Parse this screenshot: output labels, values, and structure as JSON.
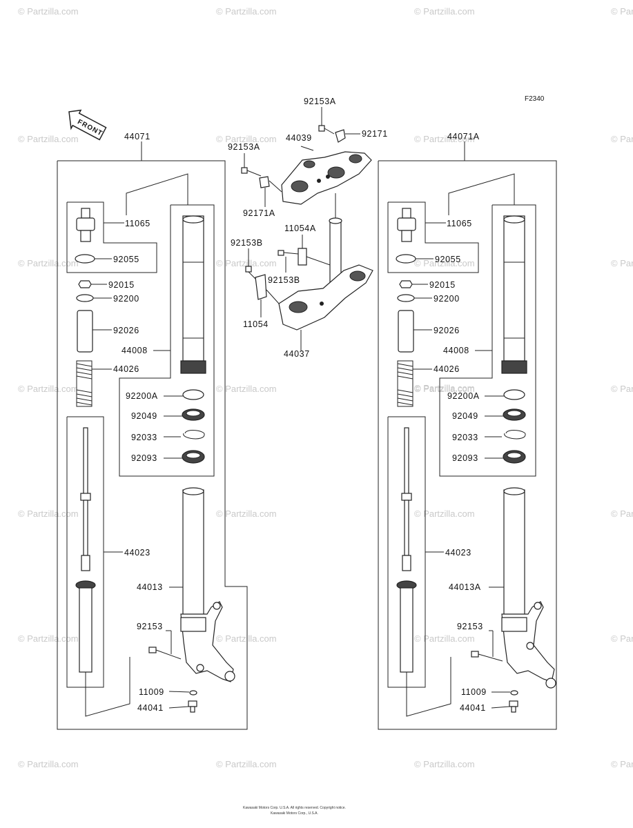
{
  "diagram_code": "F2340",
  "front_label": "FRONT",
  "watermark": "© Partzilla.com",
  "footer": {
    "line1": "Kawasaki Motors Corp. U.S.A. All rights reserved. Copyright notice.",
    "line2": "Kawasaki Motors Corp., U.S.A."
  },
  "labels": {
    "l44071": "44071",
    "l11065": "11065",
    "l92055": "92055",
    "l92015": "92015",
    "l92200": "92200",
    "l92026": "92026",
    "l44008": "44008",
    "l44026": "44026",
    "l92200A": "92200A",
    "l92049": "92049",
    "l92033": "92033",
    "l92093": "92093",
    "l44023": "44023",
    "l44013": "44013",
    "l92153": "92153",
    "l11009": "11009",
    "l44041": "44041",
    "r44071A": "44071A",
    "r11065": "11065",
    "r92055": "92055",
    "r92015": "92015",
    "r92200": "92200",
    "r92026": "92026",
    "r44008": "44008",
    "r44026": "44026",
    "r92200A": "92200A",
    "r92049": "92049",
    "r92033": "92033",
    "r92093": "92093",
    "r44023": "44023",
    "r44013A": "44013A",
    "r92153": "92153",
    "r11009": "11009",
    "r44041": "44041",
    "c92153A_top": "92153A",
    "c92171": "92171",
    "c44039": "44039",
    "c92153A": "92153A",
    "c92171A": "92171A",
    "c11054A": "11054A",
    "c92153B_a": "92153B",
    "c92153B_b": "92153B",
    "c11054": "11054",
    "c44037": "44037"
  }
}
